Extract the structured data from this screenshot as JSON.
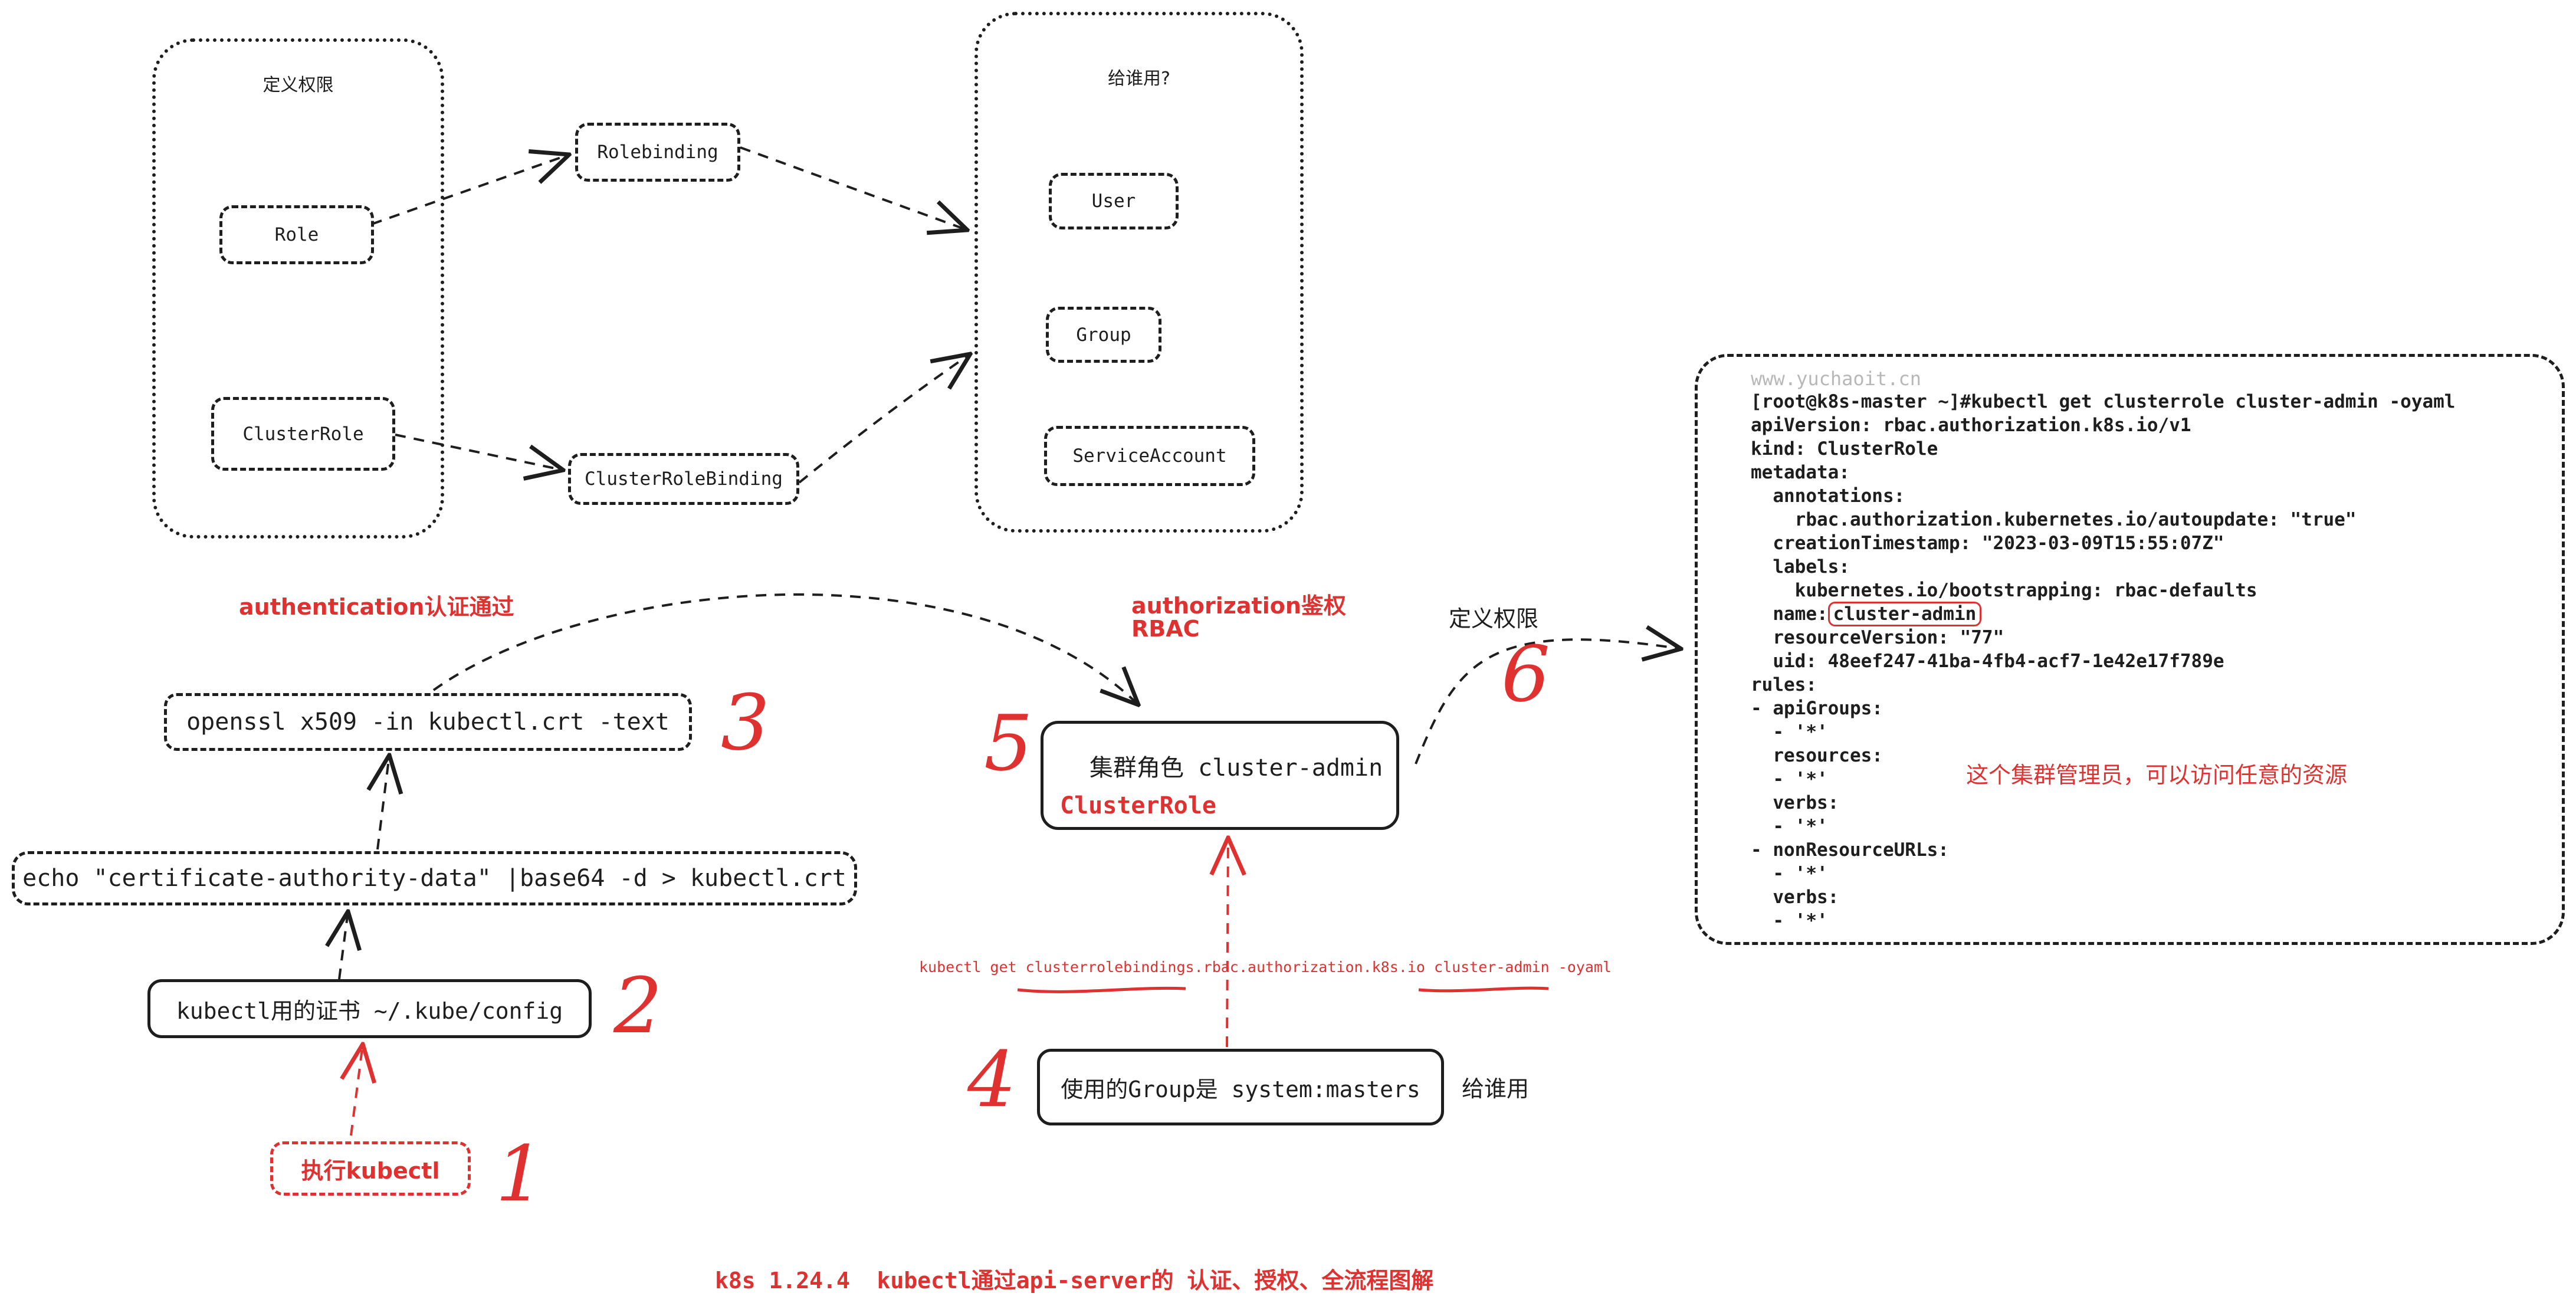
{
  "colors": {
    "ink": "#1e1e1e",
    "accent_red": "#e03131",
    "watermark_gray": "#b8b8b8"
  },
  "permission_group": {
    "title": "定义权限",
    "role": "Role",
    "cluster_role": "ClusterRole"
  },
  "binding_nodes": {
    "rolebinding": "Rolebinding",
    "cluster_role_binding": "ClusterRoleBinding"
  },
  "subject_group": {
    "title": "给谁用?",
    "user": "User",
    "group": "Group",
    "service_account": "ServiceAccount"
  },
  "authentication_flow": {
    "label": "authentication认证通过",
    "openssl_cmd": "openssl x509 -in kubectl.crt -text",
    "echo_cmd": "echo \"certificate-authority-data\" |base64 -d > kubectl.crt",
    "config_node": "kubectl用的证书 ~/.kube/config",
    "exec_node": "执行kubectl"
  },
  "authorization_flow": {
    "label_line1": "authorization鉴权",
    "label_line2": "RBAC",
    "role_node_text": "集群角色 cluster-admin",
    "role_node_kind": "ClusterRole",
    "define_permission_label": "定义权限",
    "binding_cmd": "kubectl get clusterrolebindings.rbac.authorization.k8s.io cluster-admin -oyaml",
    "group_node": "使用的Group是 system:masters",
    "give_to_label": "给谁用"
  },
  "step_numbers": {
    "s1": "1",
    "s2": "2",
    "s3": "3",
    "s4": "4",
    "s5": "5",
    "s6": "6"
  },
  "yaml_panel": {
    "watermark": "www.yuchaoit.cn",
    "line_prompt": "[root@k8s-master ~]#kubectl get clusterrole cluster-admin -oyaml",
    "line_api": "apiVersion: rbac.authorization.k8s.io/v1",
    "line_kind": "kind: ClusterRole",
    "line_metadata": "metadata:",
    "line_annotations": "  annotations:",
    "line_autoupdate": "    rbac.authorization.kubernetes.io/autoupdate: \"true\"",
    "line_created": "  creationTimestamp: \"2023-03-09T15:55:07Z\"",
    "line_labels": "  labels:",
    "line_bootstrap": "    kubernetes.io/bootstrapping: rbac-defaults",
    "line_name_key": "  name:",
    "line_name_value": "cluster-admin",
    "line_resver": "  resourceVersion: \"77\"",
    "line_uid": "  uid: 48eef247-41ba-4fb4-acf7-1e42e17f789e",
    "line_rules": "rules:",
    "line_apigroups": "- apiGroups:",
    "line_star1": "  - '*'",
    "line_resources": "  resources:",
    "line_star2": "  - '*'",
    "line_verbs1": "  verbs:",
    "line_star3": "  - '*'",
    "line_nonres": "- nonResourceURLs:",
    "line_star4": "  - '*'",
    "line_verbs2": "  verbs:",
    "line_star5": "  - '*'",
    "annotation": "这个集群管理员，可以访问任意的资源"
  },
  "caption": "k8s 1.24.4  kubectl通过api-server的 认证、授权、全流程图解"
}
